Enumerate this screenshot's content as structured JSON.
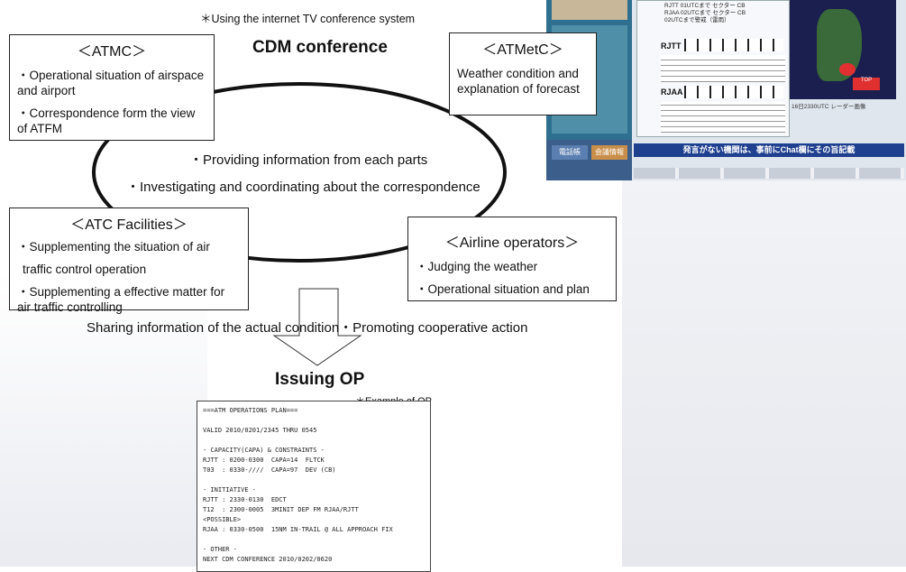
{
  "top_note": "＊Using the internet TV conference system",
  "cdm_title": "CDM conference",
  "atmc": {
    "title": "＜ATMC＞",
    "lines": [
      "・Operational situation of airspace",
      "and airport",
      "・Correspondence form the view",
      "of ATFM"
    ]
  },
  "atmetc": {
    "title": "＜ATMetC＞",
    "lines": [
      "Weather condition and",
      "explanation of forecast"
    ]
  },
  "center": {
    "line1": "・Providing information from each parts",
    "line2": "・Investigating and coordinating about the correspondence"
  },
  "atc": {
    "title": "＜ATC Facilities＞",
    "lines": [
      "・Supplementing the situation of air",
      "traffic control operation",
      "・Supplementing a effective matter for",
      "air traffic controlling"
    ]
  },
  "airline": {
    "title": "＜Airline operators＞",
    "lines": [
      "・Judging  the weather",
      "・Operational situation and plan"
    ]
  },
  "shared": "Sharing information of the actual condition・Promoting cooperative action",
  "op_title": "Issuing OP",
  "op_note": "＊Example of OP",
  "op_doc": [
    "===ATM OPERATIONS PLAN===",
    "",
    "VALID 2010/0201/2345 THRU 0545",
    "",
    "- CAPACITY(CAPA) & CONSTRAINTS -",
    "RJTT : 0200-0300  CAPA=14  FLTCK",
    "T03  : 0330-////  CAPA=97  DEV (CB)",
    "",
    "- INITIATIVE -",
    "RJTT : 2330-0130  EDCT",
    "T12  : 2300-0005  3MINIT DEP FM RJAA/RJTT",
    "<POSSIBLE>",
    "RJAA : 0330-0500  15NM IN-TRAIL @ ALL APPROACH FIX",
    "",
    "- OTHER -",
    "NEXT CDM CONFERENCE 2010/0202/0620"
  ],
  "screen": {
    "label_rjtt": "RJTT",
    "label_rjaa": "RJAA",
    "notes": [
      "RJTT  01UTCまで セクター CB",
      "RJAA  02UTCまで セクター CB",
      "02UTCまで警戒（雷雨）"
    ],
    "banner": "発言がない機関は、事前にChat欄にその旨記載",
    "btn1": "電話帳",
    "btn2": "会議情報",
    "stamp": "16日2330UTC レーダー画像",
    "colors": {
      "screen_bg": "#dfe6ee",
      "banner": "#1f3f8f",
      "side_panel": "#2f6f8f",
      "radar_bg": "#1a1f4f"
    }
  }
}
